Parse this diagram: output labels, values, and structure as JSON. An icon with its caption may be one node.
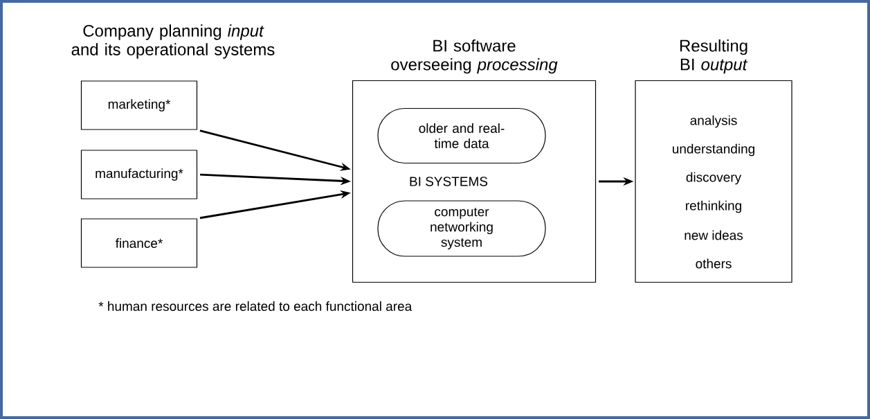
{
  "diagram": {
    "nodes": [
      {
        "text": [
          "marketing*"
        ]
      },
      {
        "text": [
          "manufacturing*"
        ]
      },
      {
        "text": [
          "finance*"
        ]
      },
      {
        "text": [
          "BI software overseeing *processing*",
          "BI SYSTEMS"
        ]
      },
      {
        "text": [
          "older and real-time data"
        ],
        "in": 3
      },
      {
        "text": [
          "computer networking system"
        ],
        "in": 3
      },
      {
        "text": [
          "Resulting BI *output*",
          "analysis",
          "understanding",
          "discovery",
          "rethinking",
          "new ideas",
          "others"
        ]
      }
    ],
    "edges": [
      {
        "from": 0,
        "to": 3,
        "arrow": "to"
      },
      {
        "from": 1,
        "to": 3,
        "arrow": "to"
      },
      {
        "from": 2,
        "to": 3,
        "arrow": "to"
      },
      {
        "from": 3,
        "to": 6,
        "arrow": "to"
      }
    ],
    "labels": [
      "Company planning *input* and its operational systems",
      "* human resources are related to each functional area"
    ]
  }
}
